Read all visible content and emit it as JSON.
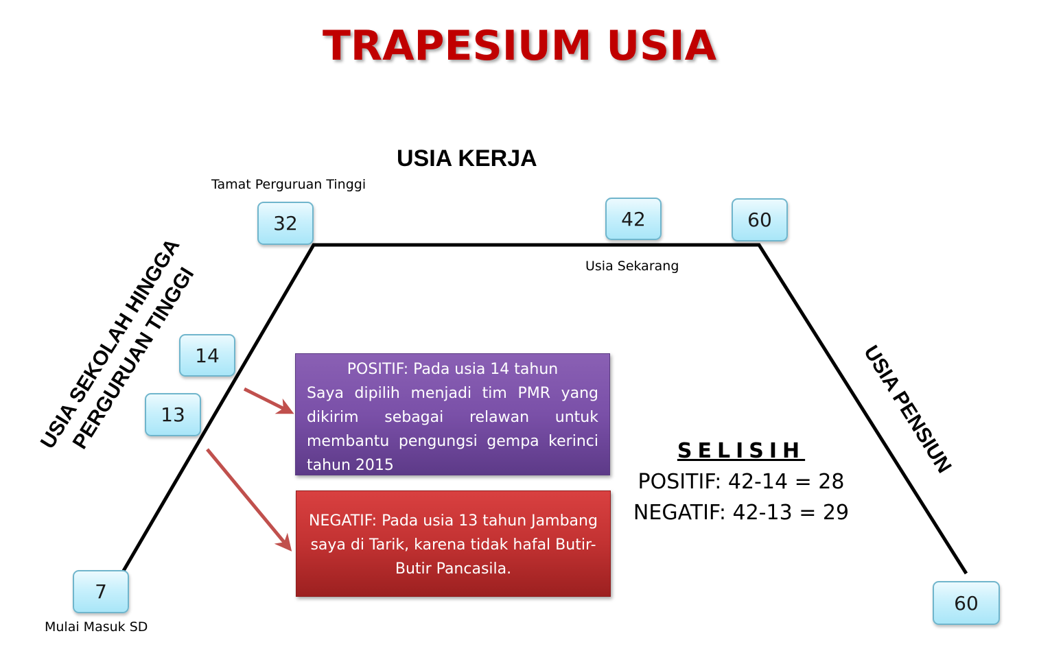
{
  "title": "TRAPESIUM USIA",
  "labels": {
    "usia_kerja": "USIA KERJA",
    "tamat_pt": "Tamat Perguruan Tinggi",
    "usia_sekarang": "Usia Sekarang",
    "mulai_sd": "Mulai Masuk SD",
    "usia_sekolah_line1": "USIA SEKOLAH HINGGA",
    "usia_sekolah_line2": "PERGURUAN TINGGI",
    "usia_pensiun": "USIA PENSIUN"
  },
  "ages": {
    "start_sd": "7",
    "grad_pt": "32",
    "current": "42",
    "retire_top": "60",
    "retire_bottom": "60",
    "positive": "14",
    "negative": "13"
  },
  "positive_box": {
    "heading": "POSITIF: Pada usia 14 tahun",
    "body": "Saya dipilih menjadi tim PMR yang dikirim sebagai relawan untuk membantu pengungsi gempa kerinci tahun 2015"
  },
  "negative_box": {
    "text": "NEGATIF: Pada usia 13 tahun Jambang saya di Tarik, karena tidak hafal Butir-Butir Pancasila."
  },
  "selisih": {
    "heading": "SELISIH",
    "positive": "POSITIF: 42-14 = 28",
    "negative": "NEGATIF: 42-13 = 29"
  },
  "colors": {
    "title": "#c00000",
    "positive_box": "#7a50a8",
    "negative_box": "#c23232",
    "arrow": "#c0504d",
    "age_box": "#c8f0fc"
  }
}
